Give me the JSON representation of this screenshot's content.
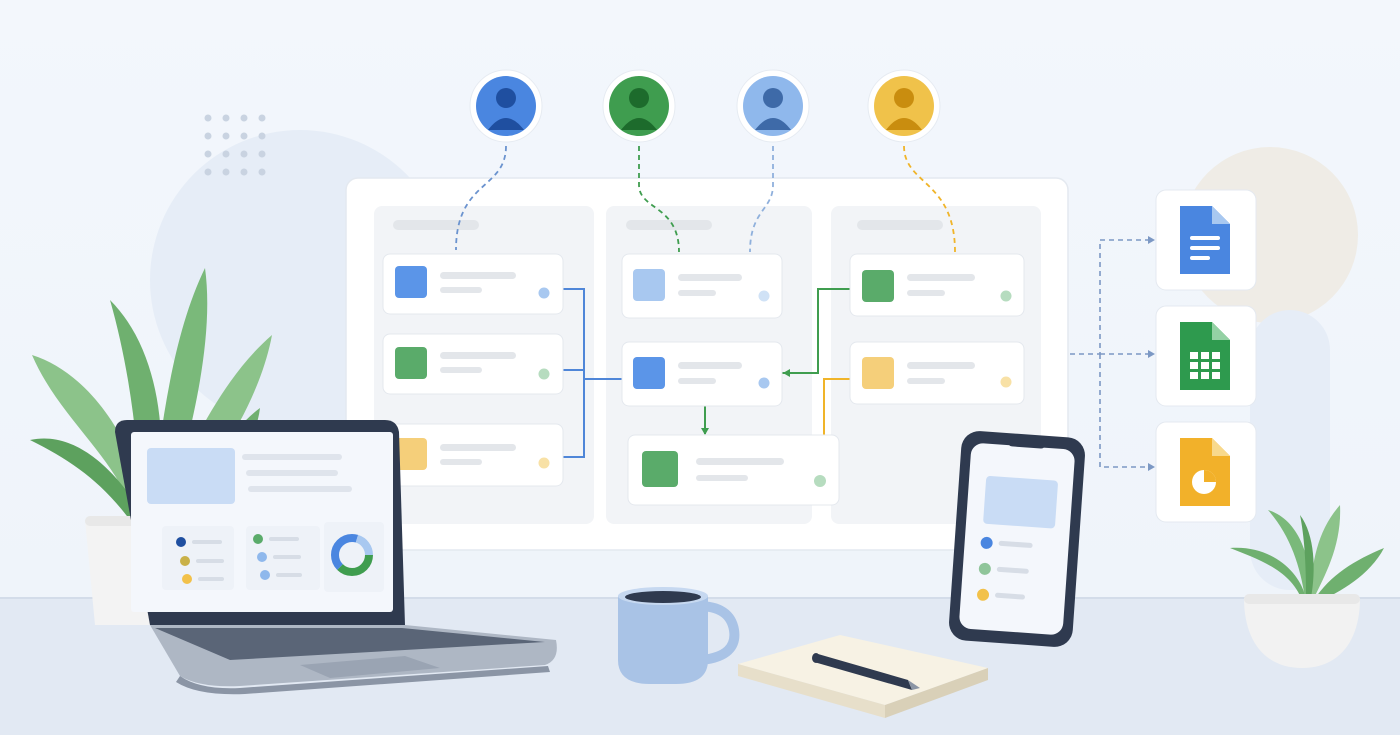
{
  "palette": {
    "background": "#f1f5fb",
    "desk": "#dfe7f2",
    "board": "#ffffff",
    "column": "#f2f4f7",
    "card": "#ffffff",
    "line_placeholder": "#e3e6ea",
    "blue": "#5b95e8",
    "light_blue": "#a8c8f0",
    "green": "#5aab6a",
    "yellow": "#f5cf7a",
    "connector_blue": "#4f86d8",
    "connector_green": "#3f9d4f",
    "connector_yellow": "#f0b429",
    "connector_gray": "#7c98c4",
    "plant": "#7fb77e",
    "laptop_body": "#2f3a4f",
    "mug": "#a9c3e6"
  },
  "avatars": [
    {
      "name": "user-avatar-blue",
      "ring": "#4a86e0",
      "fill": "#1f4fa0"
    },
    {
      "name": "user-avatar-green",
      "ring": "#3f9d4f",
      "fill": "#1d6b2c"
    },
    {
      "name": "user-avatar-light-blue",
      "ring": "#8fb8ec",
      "fill": "#3e6aa8"
    },
    {
      "name": "user-avatar-yellow",
      "ring": "#f0c24a",
      "fill": "#c98d0f"
    }
  ],
  "file_icons": [
    {
      "name": "docs-file-icon",
      "color": "#4a86e0"
    },
    {
      "name": "sheets-file-icon",
      "color": "#2e9a4e"
    },
    {
      "name": "slides-file-icon",
      "color": "#f2b12a"
    }
  ]
}
